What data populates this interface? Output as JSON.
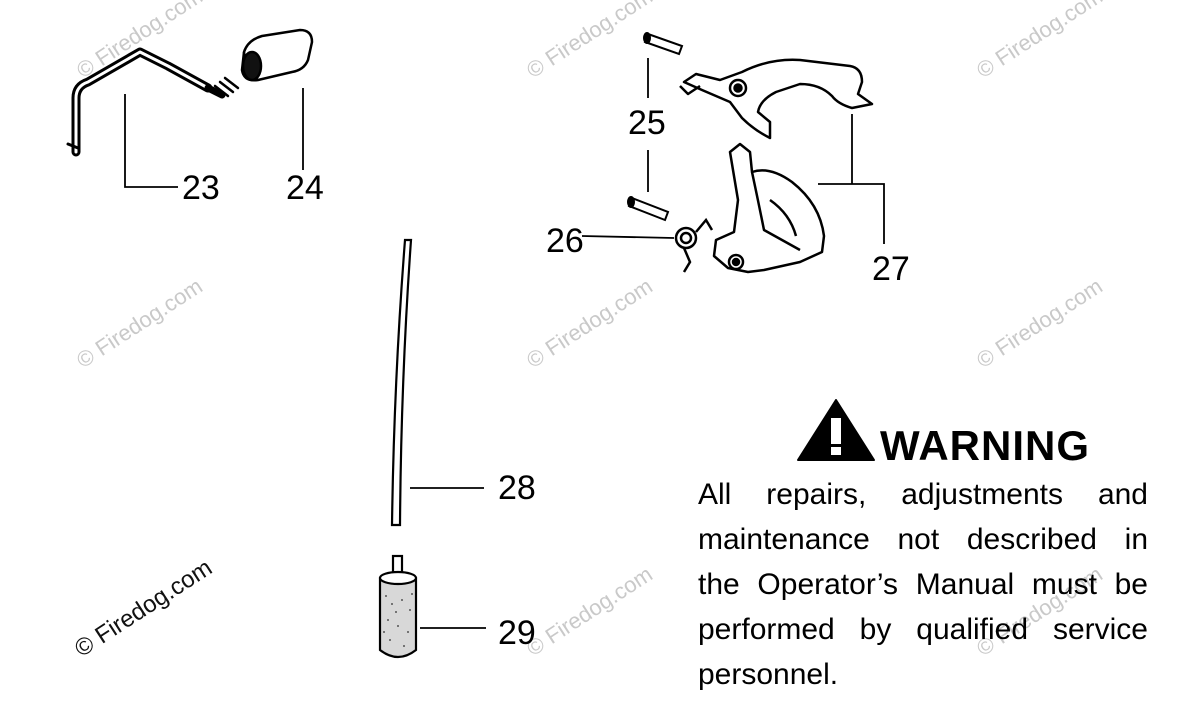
{
  "parts": [
    {
      "id": "23"
    },
    {
      "id": "24"
    },
    {
      "id": "25"
    },
    {
      "id": "26"
    },
    {
      "id": "27"
    },
    {
      "id": "28"
    },
    {
      "id": "29"
    }
  ],
  "warning": {
    "title": "WARNING",
    "lines": [
      "All repairs, adjustments and",
      "maintenance not described in",
      "the Operator’s Manual must be",
      "performed by qualified  service",
      "personnel."
    ]
  },
  "watermark": "© Firedog.com"
}
